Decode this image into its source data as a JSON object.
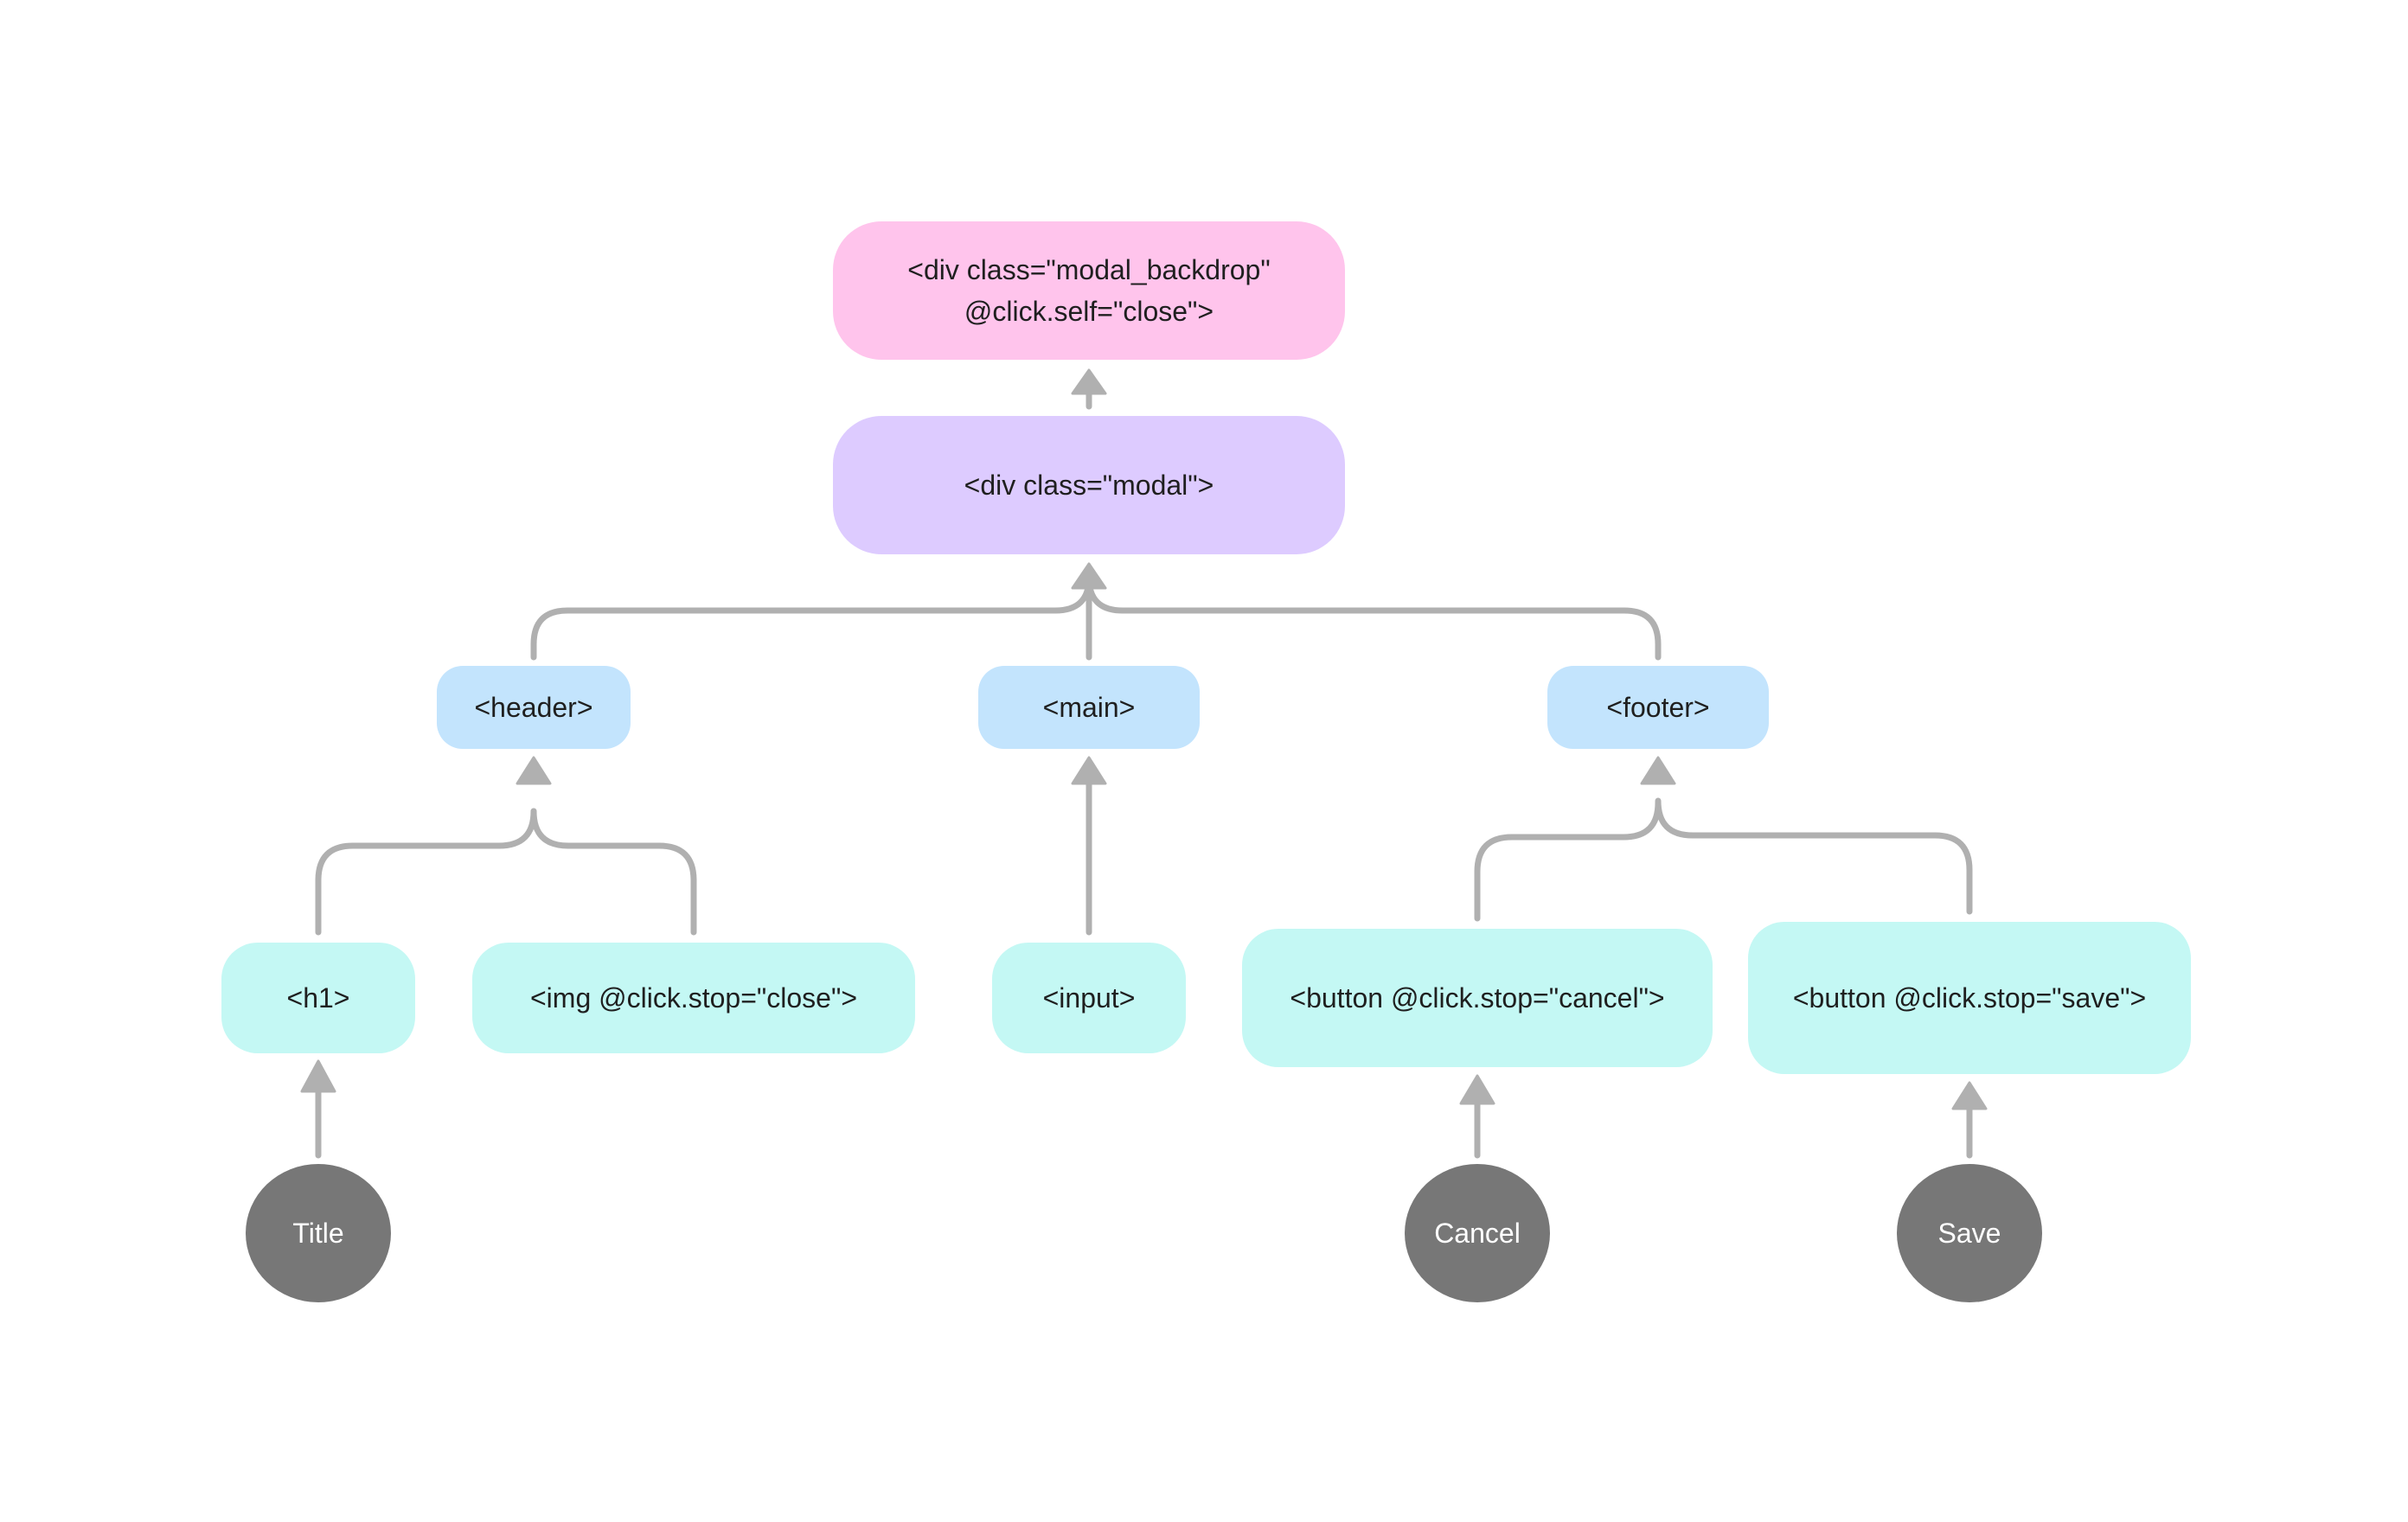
{
  "colors": {
    "pink": "#ffc4ec",
    "purple": "#ddcbff",
    "blue": "#c3e4fd",
    "cyan": "#c4f8f4",
    "dark": "#777777",
    "edge": "#b0b0b0"
  },
  "nodes": {
    "backdrop": {
      "line1": "<div class=\"modal_backdrop\"",
      "line2": "@click.self=\"close\">"
    },
    "modal": "<div class=\"modal\">",
    "header": "<header>",
    "main": "<main>",
    "footer": "<footer>",
    "h1": "<h1>",
    "img": "<img @click.stop=\"close\">",
    "input": "<input>",
    "button_cancel": "<button @click.stop=\"cancel\">",
    "button_save": "<button @click.stop=\"save\">",
    "title_text": "Title",
    "cancel_text": "Cancel",
    "save_text": "Save"
  }
}
